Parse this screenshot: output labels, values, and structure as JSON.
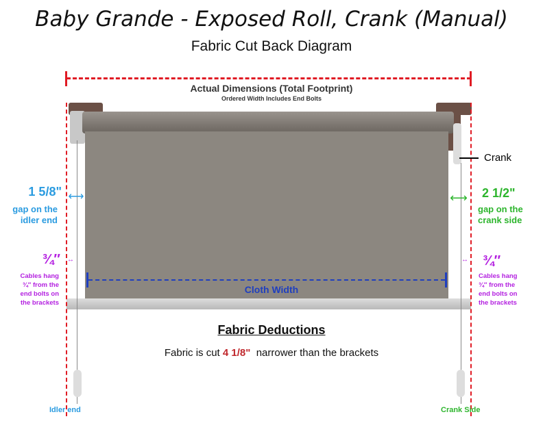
{
  "title": "Baby Grande - Exposed Roll, Crank (Manual)",
  "subtitle": "Fabric Cut Back Diagram",
  "footprint": {
    "label": "Actual Dimensions (Total Footprint)",
    "note": "Ordered Width Includes End Bolts"
  },
  "crank_label": "Crank",
  "left_gap": {
    "value": "1 5/8\"",
    "line1": "gap on the",
    "line2": "idler end"
  },
  "right_gap": {
    "value": "2 1/2\"",
    "line1": "gap on the",
    "line2": "crank side"
  },
  "left_cable": {
    "value": "¾″",
    "lines": [
      "Cables hang",
      "¾″ from the",
      "end bolts on",
      "the brackets"
    ]
  },
  "right_cable": {
    "value": "¾″",
    "lines": [
      "Cables hang",
      "¾″  from the",
      "end bolts on",
      "the brackets"
    ]
  },
  "cloth_width": "Cloth Width",
  "deductions": {
    "heading": "Fabric Deductions",
    "prefix": "Fabric is cut ",
    "amount": "4 1/8\"",
    "suffix": "  narrower than the brackets"
  },
  "idler_end": "Idler end",
  "crank_side": "Crank Side",
  "colors": {
    "red": "#e01b24",
    "blue": "#2a9be0",
    "green": "#2db52d",
    "purple": "#b31fe0",
    "navy": "#1f3fbf"
  }
}
